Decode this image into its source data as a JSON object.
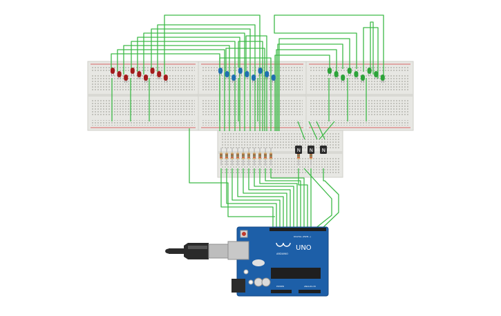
{
  "colors": {
    "background": "#ffffff",
    "wire": "#3dba47",
    "breadboard": "#e7e7e3",
    "led_red": "#a31c1c",
    "led_blue": "#1f6fb0",
    "led_green": "#2da33a",
    "rail_red": "#d23b3b",
    "rail_blue": "#3b63c9",
    "arduino": "#1d5fa8",
    "transistor": "#2b2b2b"
  },
  "arduino": {
    "logo": "UNO",
    "brand": "ARDUINO",
    "digital_label": "DIGITAL (PWM~)",
    "power_label": "POWER",
    "analog_label": "ANALOG IN"
  },
  "transistor_labels": [
    "N",
    "N",
    "N"
  ],
  "components": {
    "led_groups": [
      {
        "color": "red",
        "count": 9
      },
      {
        "color": "blue",
        "count": 9
      },
      {
        "color": "green",
        "count": 9
      }
    ],
    "resistors": 12,
    "transistors": 3,
    "breadboards": 4
  }
}
